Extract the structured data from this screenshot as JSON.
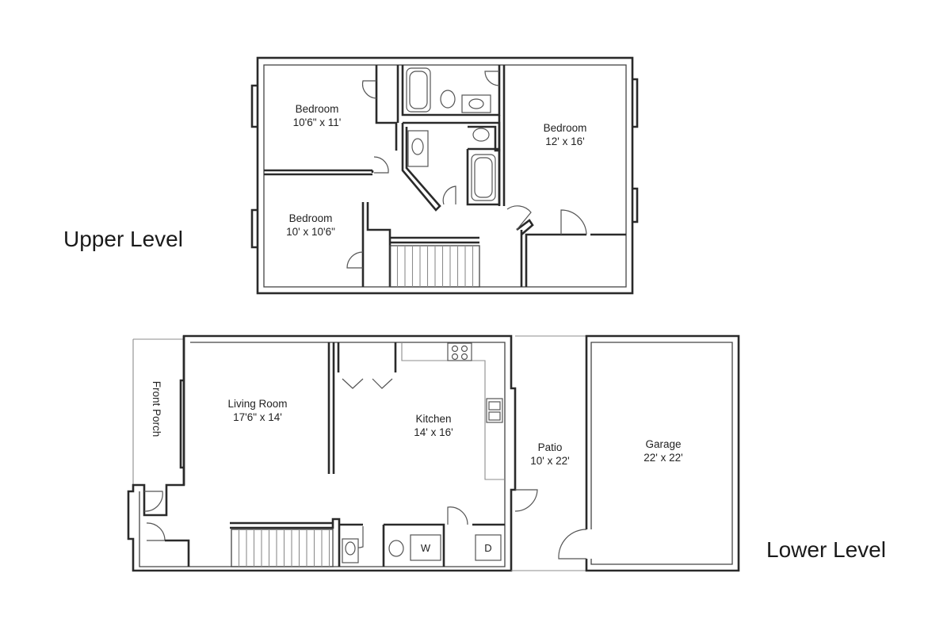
{
  "levels": {
    "upper": "Upper Level",
    "lower": "Lower Level"
  },
  "rooms": {
    "bedroom_a": {
      "name": "Bedroom",
      "size": "10'6\" x 11'"
    },
    "bedroom_b": {
      "name": "Bedroom",
      "size": "12' x 16'"
    },
    "bedroom_c": {
      "name": "Bedroom",
      "size": "10' x 10'6\""
    },
    "living_room": {
      "name": "Living Room",
      "size": "17'6\" x 14'"
    },
    "kitchen": {
      "name": "Kitchen",
      "size": "14' x 16'"
    },
    "patio": {
      "name": "Patio",
      "size": "10' x 22'"
    },
    "garage": {
      "name": "Garage",
      "size": "22' x 22'"
    },
    "front_porch": {
      "name": "Front Porch"
    }
  },
  "appliances": {
    "washer": "W",
    "dryer": "D"
  }
}
